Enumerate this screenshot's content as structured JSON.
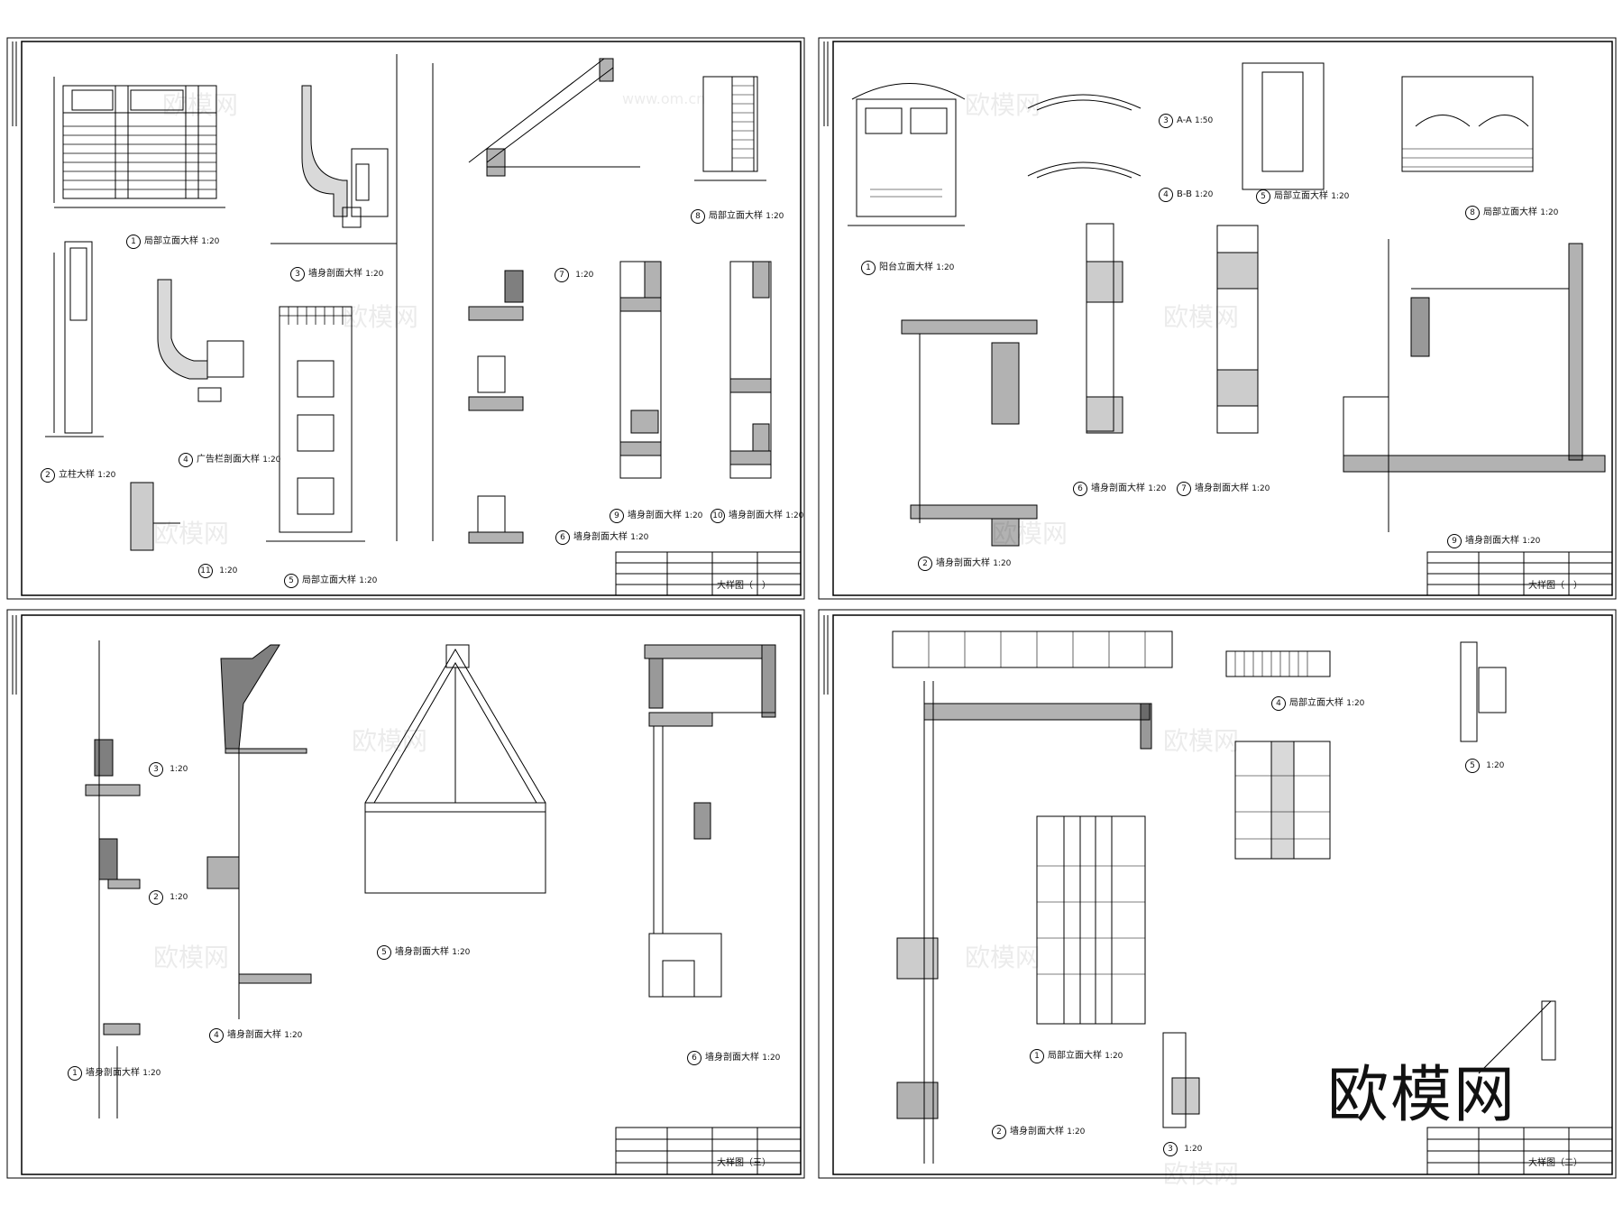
{
  "watermark": {
    "text": "欧模网",
    "url": "www.om.cn",
    "large": "欧模网"
  },
  "sheets": [
    {
      "id": "sheet-1",
      "details": [
        {
          "num": "1",
          "title": "局部立面大样",
          "scale": "1:20"
        },
        {
          "num": "2",
          "title": "立柱大样",
          "scale": "1:20"
        },
        {
          "num": "3",
          "title": "墙身剖面大样",
          "scale": "1:20"
        },
        {
          "num": "4",
          "title": "广告栏剖面大样",
          "scale": "1:20"
        },
        {
          "num": "5",
          "title": "局部立面大样",
          "scale": "1:20"
        },
        {
          "num": "6",
          "title": "墙身剖面大样",
          "scale": "1:20"
        },
        {
          "num": "7",
          "title": "",
          "scale": "1:20"
        },
        {
          "num": "8",
          "title": "局部立面大样",
          "scale": "1:20"
        },
        {
          "num": "9",
          "title": "墙身剖面大样",
          "scale": "1:20"
        },
        {
          "num": "10",
          "title": "墙身剖面大样",
          "scale": "1:20"
        },
        {
          "num": "11",
          "title": "",
          "scale": "1:20"
        }
      ],
      "title_block": "大样图（一）"
    },
    {
      "id": "sheet-2",
      "details": [
        {
          "num": "1",
          "title": "阳台立面大样",
          "scale": "1:20"
        },
        {
          "num": "2",
          "title": "墙身剖面大样",
          "scale": "1:20"
        },
        {
          "num": "3",
          "title": "A-A",
          "scale": "1:50"
        },
        {
          "num": "4",
          "title": "B-B",
          "scale": "1:20"
        },
        {
          "num": "5",
          "title": "局部立面大样",
          "scale": "1:20"
        },
        {
          "num": "6",
          "title": "墙身剖面大样",
          "scale": "1:20"
        },
        {
          "num": "7",
          "title": "墙身剖面大样",
          "scale": "1:20"
        },
        {
          "num": "8",
          "title": "局部立面大样",
          "scale": "1:20"
        },
        {
          "num": "9",
          "title": "墙身剖面大样",
          "scale": "1:20"
        }
      ],
      "title_block": "大样图（一）"
    },
    {
      "id": "sheet-3",
      "details": [
        {
          "num": "1",
          "title": "墙身剖面大样",
          "scale": "1:20"
        },
        {
          "num": "2",
          "title": "",
          "scale": "1:20"
        },
        {
          "num": "3",
          "title": "",
          "scale": "1:20"
        },
        {
          "num": "4",
          "title": "墙身剖面大样",
          "scale": "1:20"
        },
        {
          "num": "5",
          "title": "墙身剖面大样",
          "scale": "1:20"
        },
        {
          "num": "6",
          "title": "墙身剖面大样",
          "scale": "1:20"
        }
      ],
      "title_block": "大样图（三）"
    },
    {
      "id": "sheet-4",
      "details": [
        {
          "num": "1",
          "title": "局部立面大样",
          "scale": "1:20"
        },
        {
          "num": "2",
          "title": "墙身剖面大样",
          "scale": "1:20"
        },
        {
          "num": "3",
          "title": "",
          "scale": "1:20"
        },
        {
          "num": "4",
          "title": "局部立面大样",
          "scale": "1:20"
        },
        {
          "num": "5",
          "title": "",
          "scale": "1:20"
        }
      ],
      "title_block": "大样图（二）"
    }
  ]
}
